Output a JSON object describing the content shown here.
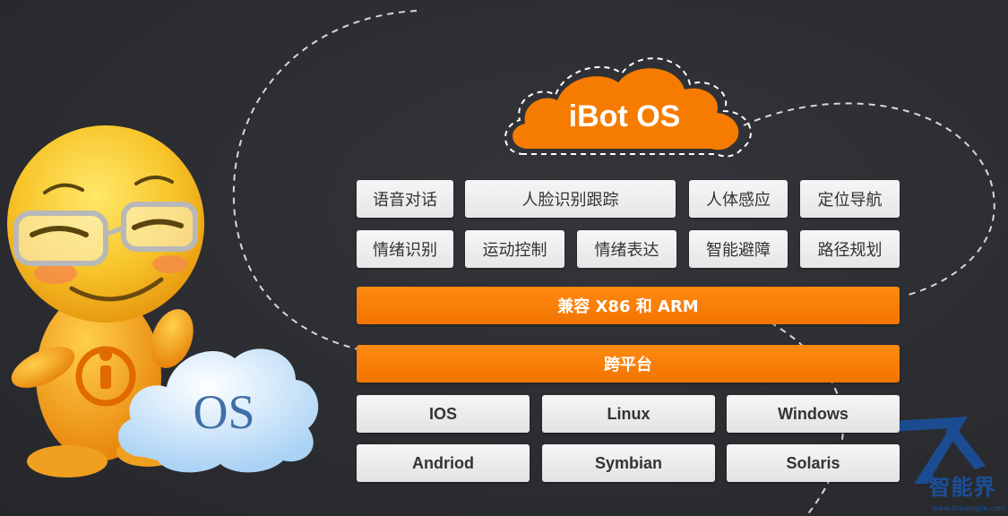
{
  "title": "iBot OS",
  "features_row1": [
    "语音对话",
    "人脸识别跟踪",
    "人体感应",
    "定位导航"
  ],
  "features_row2": [
    "情绪识别",
    "运动控制",
    "情绪表达",
    "智能避障",
    "路径规划"
  ],
  "layers": {
    "compat": "兼容 X86 和 ARM",
    "cross_platform": "跨平台"
  },
  "platforms_row1": [
    "IOS",
    "Linux",
    "Windows"
  ],
  "platforms_row2": [
    "Andriod",
    "Symbian",
    "Solaris"
  ],
  "mascot": {
    "cloud_label": "OS"
  },
  "watermark": {
    "brand": "智能界",
    "url": "www.zhinengjie.com"
  },
  "colors": {
    "background": "#2c2d31",
    "accent_orange": "#f57c00",
    "box_gray": "#ececec",
    "text_dark": "#333333"
  }
}
